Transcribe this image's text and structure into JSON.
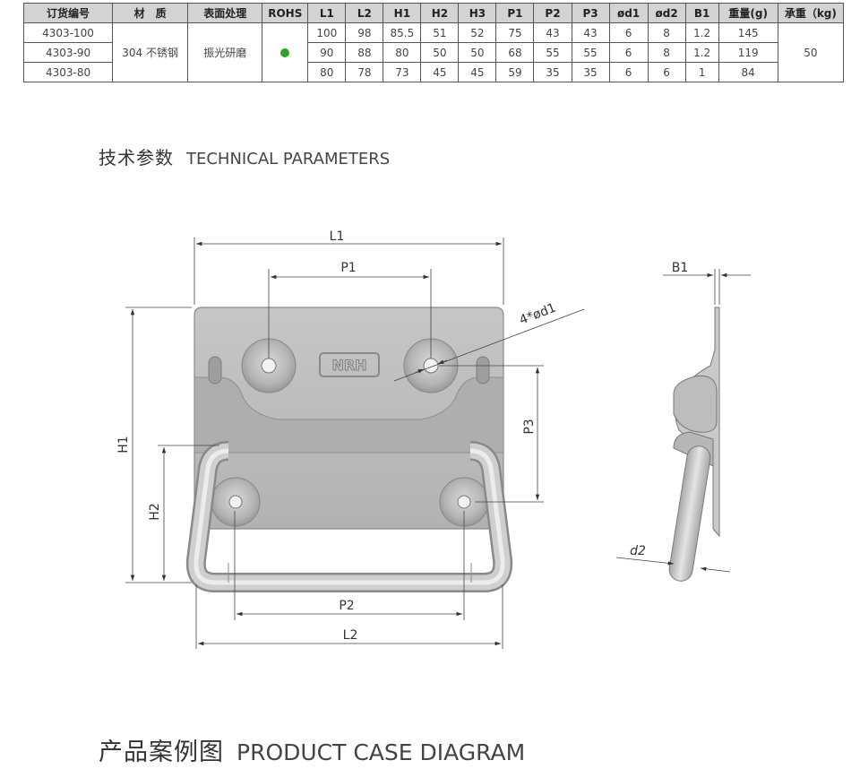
{
  "table": {
    "headers": [
      "订货编号",
      "材　质",
      "表面处理",
      "ROHS",
      "L1",
      "L2",
      "H1",
      "H2",
      "H3",
      "P1",
      "P2",
      "P3",
      "ød1",
      "ød2",
      "B1",
      "重量(g)",
      "承重（kg)"
    ],
    "material": "304 不锈钢",
    "finish": "振光研磨",
    "load": "50",
    "rohs_color": "#2aa52a",
    "rows": [
      {
        "code": "4303-100",
        "dims": [
          "100",
          "98",
          "85.5",
          "51",
          "52",
          "75",
          "43",
          "43",
          "6",
          "8",
          "1.2",
          "145"
        ]
      },
      {
        "code": "4303-90",
        "dims": [
          "90",
          "88",
          "80",
          "50",
          "50",
          "68",
          "55",
          "55",
          "6",
          "8",
          "1.2",
          "119"
        ]
      },
      {
        "code": "4303-80",
        "dims": [
          "80",
          "78",
          "73",
          "45",
          "45",
          "59",
          "35",
          "35",
          "6",
          "6",
          "1",
          "84"
        ]
      }
    ]
  },
  "tech_section": {
    "zh": "技术参数",
    "en": "TECHNICAL PARAMETERS"
  },
  "drawing": {
    "labels": {
      "L1": "L1",
      "P1": "P1",
      "d1": "4*ød1",
      "H1": "H1",
      "H2": "H2",
      "P3": "P3",
      "P2": "P2",
      "L2": "L2",
      "B1": "B1",
      "d2": "d2"
    },
    "logo_text": "NRH"
  },
  "case_section": {
    "zh": "产品案例图",
    "en": "PRODUCT CASE DIAGRAM"
  }
}
